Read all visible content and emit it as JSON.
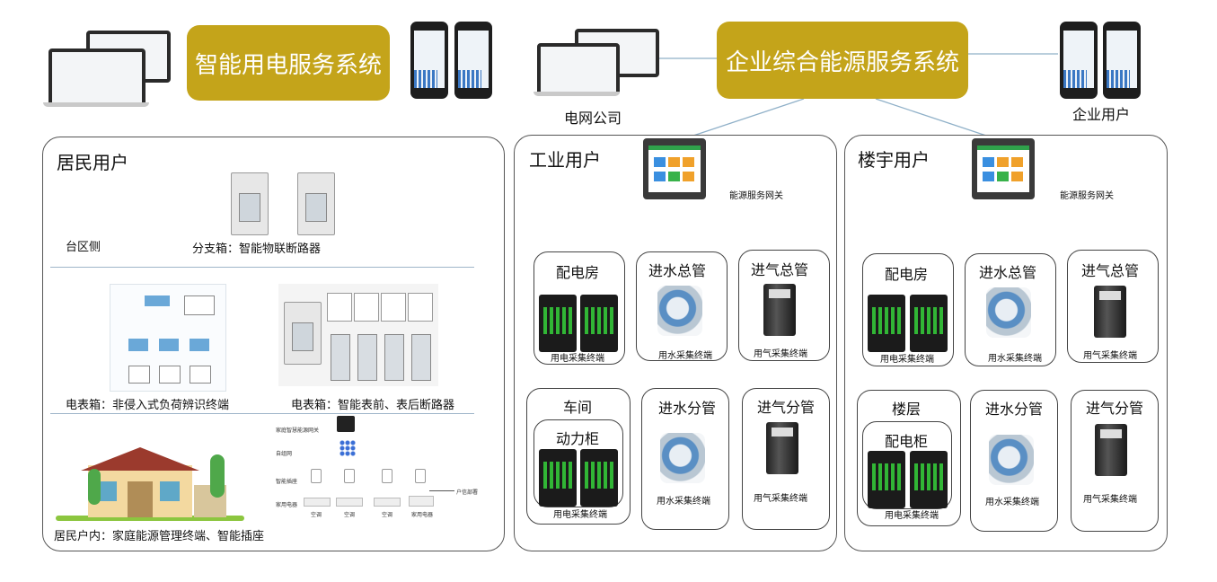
{
  "top": {
    "banner_left": "智能用电服务系统",
    "banner_right": "企业综合能源服务系统",
    "grid_company": "电网公司",
    "enterprise_user": "企业用户"
  },
  "residential": {
    "title": "居民用户",
    "district_side": "台区侧",
    "branch_box": "分支箱：智能物联断路器",
    "meter_box_left": "电表箱：非侵入式负荷辨识终端",
    "meter_box_right": "电表箱：智能表前、表后断路器",
    "indoor": "居民户内：家庭能源管理终端、智能插座",
    "diagram_small": {
      "gateway": "家庭智慧能源网关",
      "self_net": "自组网",
      "smart_socket": "智能插座",
      "appliance": "家用电器",
      "household": "户信部署",
      "ac1": "空调",
      "ac2": "空调",
      "ac3": "空调",
      "app": "家用电器"
    }
  },
  "industrial": {
    "title": "工业用户",
    "gateway": "能源服务网关",
    "power_room": "配电房",
    "water_main": "进水总管",
    "gas_main": "进气总管",
    "workshop": "车间",
    "power_cabinet": "动力柜",
    "water_branch": "进水分管",
    "gas_branch": "进气分管",
    "elec_terminal_1": "用电采集终端",
    "water_terminal_1": "用水采集终端",
    "gas_terminal_1": "用气采集终端",
    "elec_terminal_2": "用电采集终端",
    "water_terminal_2": "用水采集终端",
    "gas_terminal_2": "用气采集终端"
  },
  "building": {
    "title": "楼宇用户",
    "gateway": "能源服务网关",
    "power_room": "配电房",
    "water_main": "进水总管",
    "gas_main": "进气总管",
    "floor": "楼层",
    "power_cabinet": "配电柜",
    "water_branch": "进水分管",
    "gas_branch": "进气分管",
    "elec_terminal_1": "用电采集终端",
    "water_terminal_1": "用水采集终端",
    "gas_terminal_1": "用气采集终端",
    "elec_terminal_2": "用电采集终端",
    "water_terminal_2": "用水采集终端",
    "gas_terminal_2": "用气采集终端"
  },
  "colors": {
    "banner": "#c4a41a",
    "connector": "#8fb0c8"
  }
}
